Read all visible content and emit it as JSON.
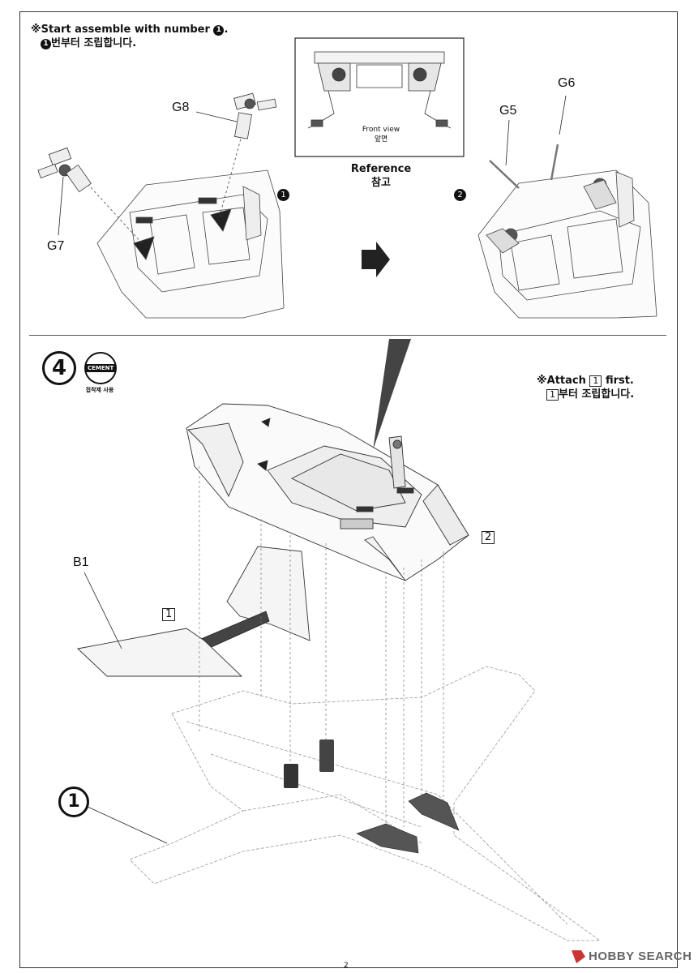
{
  "top_note": {
    "line1_prefix": "※Start assemble with number",
    "line1_badge": "1",
    "line1_suffix": ".",
    "line2_badge": "1",
    "line2_text": "번부터 조립합니다."
  },
  "reference": {
    "inset_line1": "Front view",
    "inset_line2": "앞면",
    "label_en": "Reference",
    "label_ko": "참고"
  },
  "upper_parts": {
    "g5": "G5",
    "g6": "G6",
    "g7": "G7",
    "g8": "G8",
    "step1_badge": "1",
    "step2_badge": "2"
  },
  "step4": {
    "number": "4",
    "cement_label": "CEMENT",
    "cement_caption": "접착제 사용"
  },
  "attach_note": {
    "line1_prefix": "※Attach",
    "line1_box": "1",
    "line1_suffix": "first.",
    "line2_box": "1",
    "line2_text": "부터 조립합니다."
  },
  "lower_parts": {
    "b1": "B1",
    "box1": "1",
    "box2": "2",
    "circled1": "1"
  },
  "page_number": "2",
  "watermark": "HOBBY SEARCH"
}
